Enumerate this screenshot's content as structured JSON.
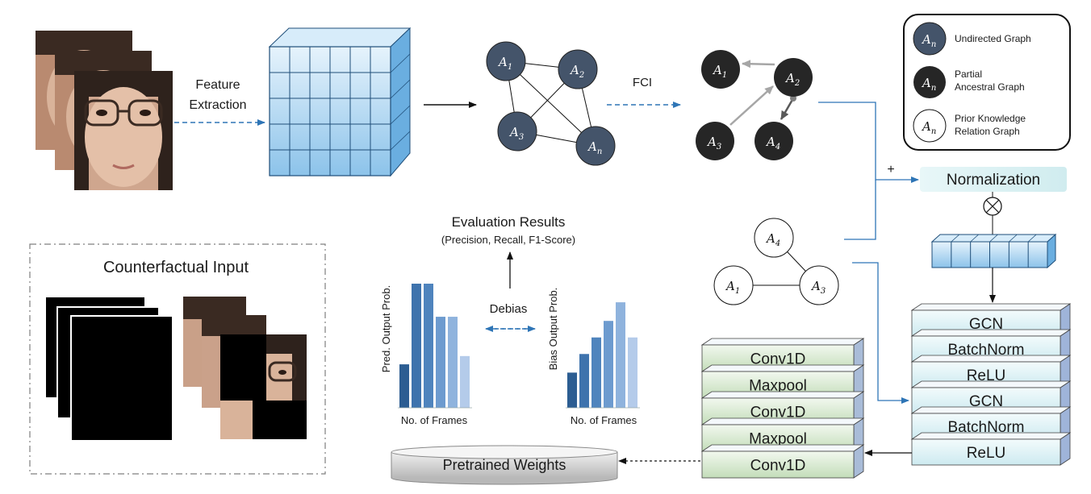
{
  "feature_extraction": {
    "line1": "Feature",
    "line2": "Extraction"
  },
  "fci_label": "FCI",
  "plus_sign": "+",
  "graph1_nodes": [
    "A",
    "A",
    "A",
    "A"
  ],
  "graph1_subs": [
    "1",
    "2",
    "3",
    "n"
  ],
  "graph2_nodes": [
    "A",
    "A",
    "A",
    "A"
  ],
  "graph2_subs": [
    "1",
    "2",
    "3",
    "4"
  ],
  "graph3_nodes": [
    "A",
    "A",
    "A"
  ],
  "graph3_subs": [
    "4",
    "1",
    "3"
  ],
  "legend": {
    "node_letter": "A",
    "node_sub": "n",
    "undirected": "Undirected Graph",
    "partial_line1": "Partial",
    "partial_line2": "Ancestral Graph",
    "prior_line1": "Prior Knowledge",
    "prior_line2": "Relation Graph"
  },
  "normalization": "Normalization",
  "tensor_op": "⊗",
  "gcn_stack": [
    "GCN",
    "BatchNorm",
    "ReLU",
    "GCN",
    "BatchNorm",
    "ReLU"
  ],
  "conv_stack": [
    "Conv1D",
    "Maxpool",
    "Conv1D",
    "Maxpool",
    "Conv1D"
  ],
  "pretrained_weights": "Pretrained Weights",
  "evaluation": {
    "title": "Evaluation Results",
    "subtitle": "(Precision, Recall, F1-Score)"
  },
  "debias": "Debias",
  "counterfactual_title": "Counterfactual Input",
  "chart_data": [
    {
      "type": "bar",
      "ylabel": "Pred. Output Prob.",
      "xlabel": "No. of Frames",
      "values": [
        0.21,
        0.6,
        0.6,
        0.44,
        0.44,
        0.25
      ],
      "colors": [
        "#2c5d92",
        "#3e73ad",
        "#4f84bd",
        "#6d9bcf",
        "#8fb3dd",
        "#b4cbea"
      ]
    },
    {
      "type": "bar",
      "ylabel": "Bias Output Prob.",
      "xlabel": "No. of Frames",
      "values": [
        0.17,
        0.26,
        0.34,
        0.42,
        0.51,
        0.34
      ],
      "colors": [
        "#2c5d92",
        "#3e73ad",
        "#4f84bd",
        "#6d9bcf",
        "#8fb3dd",
        "#b4cbea"
      ]
    }
  ],
  "colors": {
    "undirected_node": "#44546a",
    "partial_node": "#262626",
    "arrow_blue": "#2e75b6",
    "normalization_bg": "#dcf2f4",
    "layer_green": "#d6e8d0",
    "layer_teal": "#dcf2f4",
    "cube_blue": "#bfe0f7"
  }
}
